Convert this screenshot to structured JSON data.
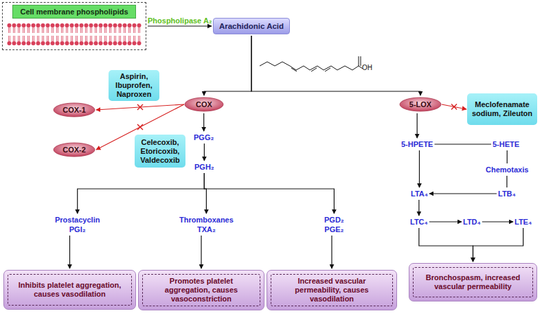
{
  "diagram": {
    "nodes": [
      {
        "text": [
          "Cell membrane phospholipids"
        ]
      },
      {
        "text": [
          "Arachidonic Acid"
        ]
      },
      {
        "text": [
          "COX-1"
        ]
      },
      {
        "text": [
          "Aspirin, Ibuprofen, Naproxen"
        ]
      },
      {
        "text": [
          "COX"
        ]
      },
      {
        "text": [
          "5-LOX"
        ]
      },
      {
        "text": [
          "Meclofenamate sodium, Zileuton"
        ]
      },
      {
        "text": [
          "COX-2"
        ]
      },
      {
        "text": [
          "Celecoxib, Etoricoxib, Valdecoxib"
        ]
      },
      {
        "text": [
          "PGG₂"
        ]
      },
      {
        "text": [
          "5-HPETE"
        ]
      },
      {
        "text": [
          "5-HETE"
        ]
      },
      {
        "text": [
          "Chemotaxis"
        ]
      },
      {
        "text": [
          "PGH₂"
        ]
      },
      {
        "text": [
          "LTA₄"
        ]
      },
      {
        "text": [
          "LTB₄"
        ]
      },
      {
        "text": [
          "Prostacyclin",
          "PGI₂"
        ]
      },
      {
        "text": [
          "Thromboxanes",
          "TXA₂"
        ]
      },
      {
        "text": [
          "PGD₂",
          "PGE₂"
        ]
      },
      {
        "text": [
          "LTC₄"
        ]
      },
      {
        "text": [
          "LTD₄"
        ]
      },
      {
        "text": [
          "LTE₄"
        ]
      },
      {
        "text": [
          "Inhibits platelet aggregation, causes vasodilation"
        ]
      },
      {
        "text": [
          "Promotes platelet aggregation, causes vasoconstriction"
        ]
      },
      {
        "text": [
          "Increased vascular permeability, causes vasodilation"
        ]
      },
      {
        "text": [
          "Bronchospasm, increased vascular permeability"
        ]
      }
    ],
    "edges": [
      {
        "from": 0,
        "to": 1,
        "arrow": "to",
        "label": "Phospholipase A₂"
      },
      {
        "from": 1,
        "to": 4,
        "arrow": "to"
      },
      {
        "from": 1,
        "to": 5,
        "arrow": "to"
      },
      {
        "from": 4,
        "to": 2,
        "arrow": "to"
      },
      {
        "from": 4,
        "to": 7,
        "arrow": "to"
      },
      {
        "from": 5,
        "to": 6,
        "arrow": "to"
      },
      {
        "from": 4,
        "to": 9,
        "arrow": "to"
      },
      {
        "from": 9,
        "to": 13,
        "arrow": "to"
      },
      {
        "from": 13,
        "to": 16,
        "arrow": "to"
      },
      {
        "from": 13,
        "to": 17,
        "arrow": "to"
      },
      {
        "from": 13,
        "to": 18,
        "arrow": "to"
      },
      {
        "from": 16,
        "to": 22,
        "arrow": "to"
      },
      {
        "from": 17,
        "to": 23,
        "arrow": "to"
      },
      {
        "from": 18,
        "to": 24,
        "arrow": "to"
      },
      {
        "from": 5,
        "to": 10,
        "arrow": "to"
      },
      {
        "from": 10,
        "to": 11,
        "arrow": "none"
      },
      {
        "from": 11,
        "to": 12,
        "arrow": "none"
      },
      {
        "from": 12,
        "to": 15,
        "arrow": "none"
      },
      {
        "from": 15,
        "to": 14,
        "arrow": "to"
      },
      {
        "from": 10,
        "to": 14,
        "arrow": "to"
      },
      {
        "from": 14,
        "to": 19,
        "arrow": "to"
      },
      {
        "from": 19,
        "to": 20,
        "arrow": "to"
      },
      {
        "from": 20,
        "to": 21,
        "arrow": "to"
      },
      {
        "from": 19,
        "to": 25,
        "arrow": "to"
      },
      {
        "from": 21,
        "to": 25,
        "arrow": "to"
      }
    ],
    "labels": [
      "OH"
    ]
  }
}
